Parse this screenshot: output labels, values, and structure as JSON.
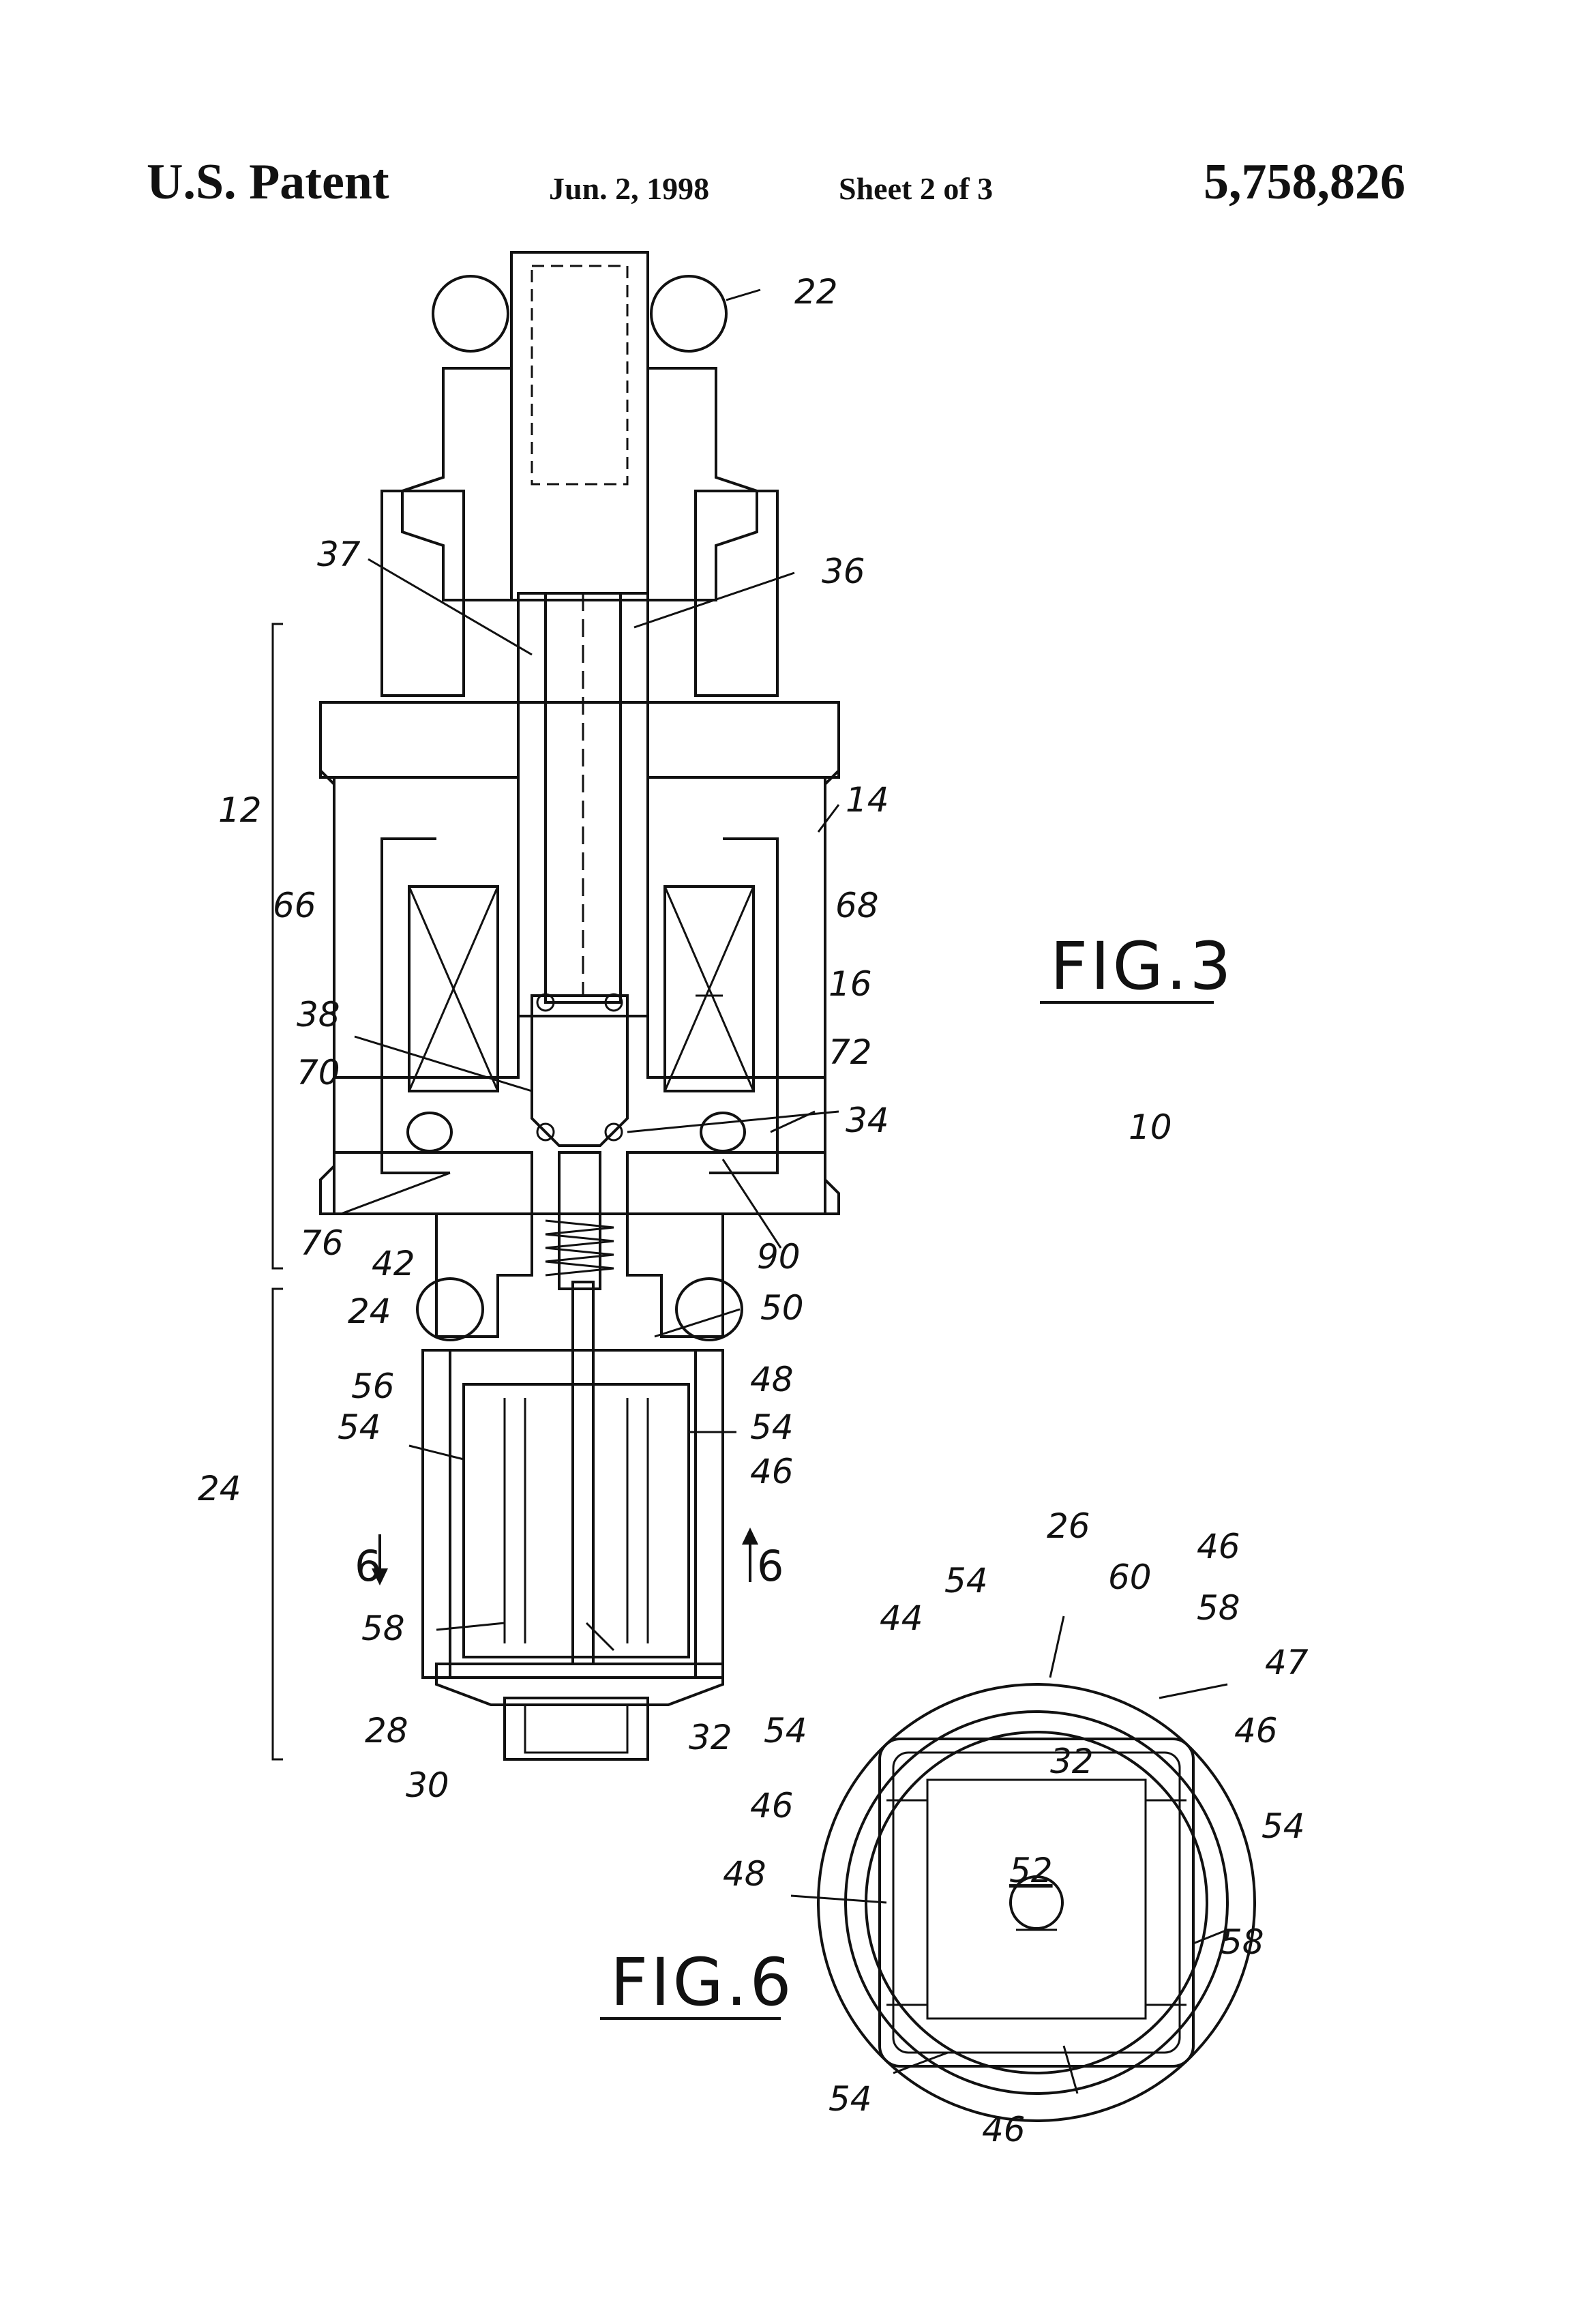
{
  "header": {
    "title": "U.S. Patent",
    "date": "Jun. 2, 1998",
    "sheet": "Sheet 2 of 3",
    "patent_number": "5,758,826"
  },
  "figures": {
    "fig3": {
      "label": "FIG.3"
    },
    "fig6": {
      "label": "FIG.6"
    }
  },
  "section_marks": {
    "left": "6",
    "right": "6"
  },
  "fig3_refs": {
    "r22": "22",
    "r37": "37",
    "r36": "36",
    "r12": "12",
    "r14": "14",
    "r66": "66",
    "r68": "68",
    "r16": "16",
    "r38": "38",
    "r70": "70",
    "r72": "72",
    "r34": "34",
    "r10": "10",
    "r76": "76",
    "r90": "90",
    "r42": "42",
    "r24a": "24",
    "r50": "50",
    "r56": "56",
    "r48": "48",
    "r54a": "54",
    "r54b": "54",
    "r46": "46",
    "r24b": "24",
    "r58": "58",
    "r28": "28",
    "r32": "32",
    "r30": "30"
  },
  "fig6_refs": {
    "r26": "26",
    "r54a": "54",
    "r60": "60",
    "r46a": "46",
    "r44": "44",
    "r58a": "58",
    "r47": "47",
    "r54b": "54",
    "r46b": "46",
    "r32": "32",
    "r46c": "46",
    "r54c": "54",
    "r52": "52",
    "r48": "48",
    "r58b": "58",
    "r54d": "54",
    "r46d": "46"
  }
}
